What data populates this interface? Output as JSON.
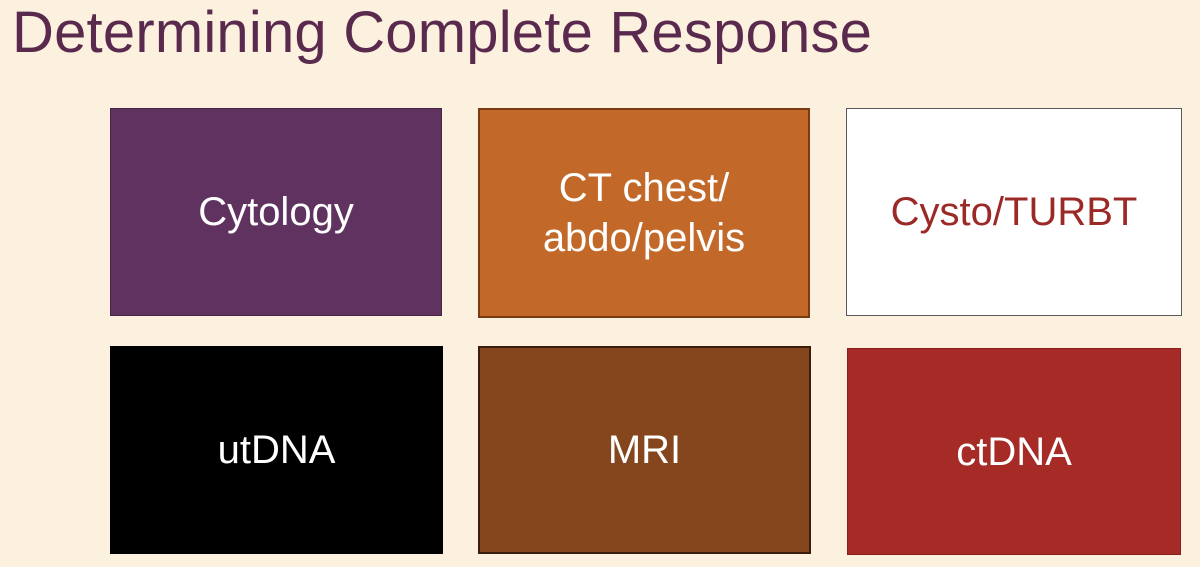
{
  "title": "Determining Complete Response",
  "boxes": [
    {
      "lines": [
        "Cytology"
      ],
      "background": "#5f3260",
      "text_color": "#ffffff"
    },
    {
      "lines": [
        "CT chest/",
        "abdo/pelvis"
      ],
      "background": "#c2692a",
      "text_color": "#ffffff"
    },
    {
      "lines": [
        "Cysto/TURBT"
      ],
      "background": "#ffffff",
      "text_color": "#9b2a27"
    },
    {
      "lines": [
        "utDNA"
      ],
      "background": "#000000",
      "text_color": "#ffffff"
    },
    {
      "lines": [
        "MRI"
      ],
      "background": "#86461d",
      "text_color": "#ffffff"
    },
    {
      "lines": [
        "ctDNA"
      ],
      "background": "#a62a26",
      "text_color": "#ffffff"
    }
  ]
}
